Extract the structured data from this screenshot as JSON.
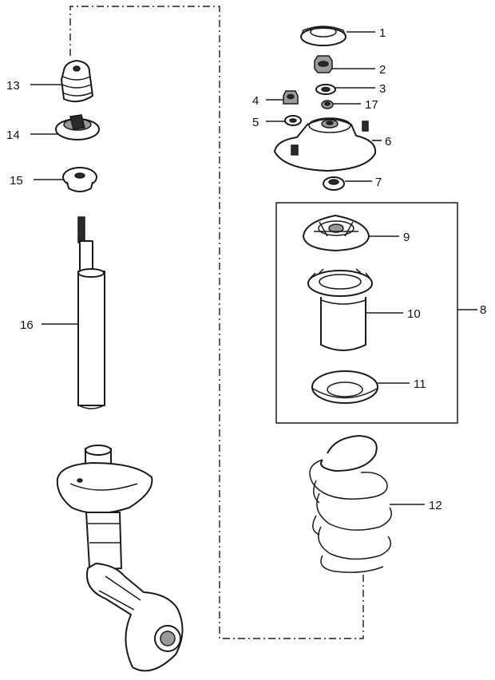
{
  "diagram": {
    "callouts": [
      "1",
      "2",
      "3",
      "4",
      "5",
      "6",
      "7",
      "8",
      "9",
      "10",
      "11",
      "12",
      "13",
      "14",
      "15",
      "16",
      "17"
    ]
  },
  "colors": {
    "line": "#1a1a1a",
    "background": "#ffffff"
  }
}
